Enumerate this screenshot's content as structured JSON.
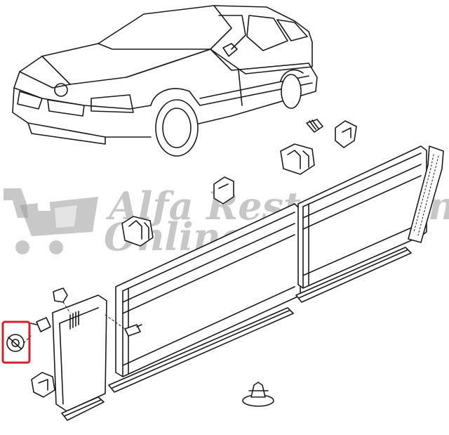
{
  "watermark": {
    "line1": "Alfa Restoration",
    "line2": "Online Shop",
    "color": "#9a9a9a"
  },
  "highlight": {
    "color": "#d0202a",
    "part": "round-grommet"
  },
  "icons": [
    "alfa-logo-cart-icon"
  ]
}
